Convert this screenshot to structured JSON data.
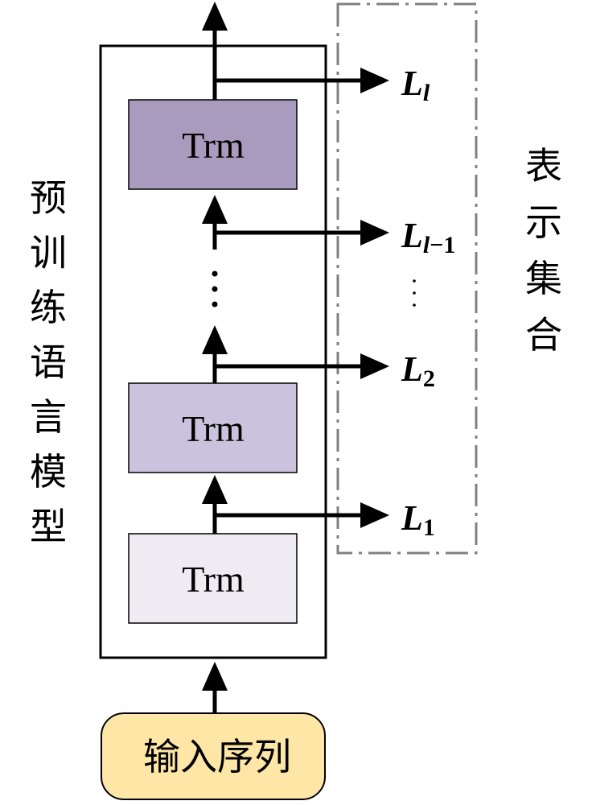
{
  "model_label": [
    "预",
    "训",
    "练",
    "语",
    "言",
    "模",
    "型"
  ],
  "set_label": [
    "表",
    "示",
    "集",
    "合"
  ],
  "input_label": "输入序列",
  "blocks": [
    {
      "label": "Trm",
      "color": "#a99bbd"
    },
    {
      "label": "Trm",
      "color": "#cbc3dd"
    },
    {
      "label": "Trm",
      "color": "#eeebf3"
    }
  ],
  "outputs": [
    {
      "main": "L",
      "sub_italic": "l",
      "sub_rest": ""
    },
    {
      "main": "L",
      "sub_italic": "l",
      "sub_rest": "−1"
    },
    {
      "main": "L",
      "sub_italic": "",
      "sub_rest": "2"
    },
    {
      "main": "L",
      "sub_italic": "",
      "sub_rest": "1"
    }
  ],
  "colors": {
    "input_fill": "#fde6a6",
    "dash_border": "#7f7f7f"
  }
}
